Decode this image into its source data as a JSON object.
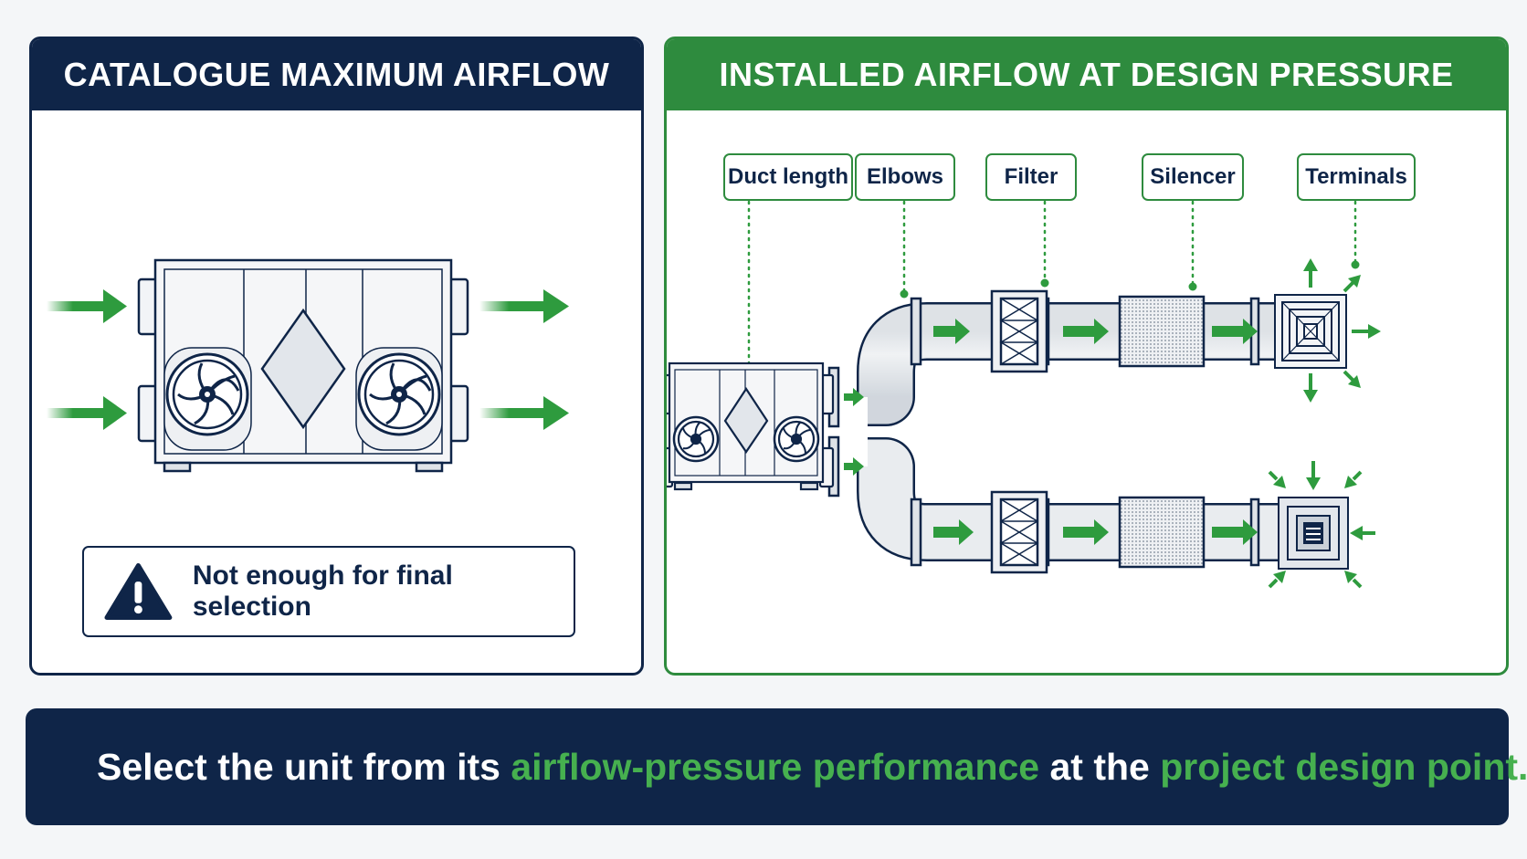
{
  "left_panel": {
    "title": "CATALOGUE MAXIMUM AIRFLOW",
    "warning": {
      "icon": "warning-icon",
      "text": "Not enough for final selection"
    }
  },
  "right_panel": {
    "title": "INSTALLED AIRFLOW AT DESIGN PRESSURE",
    "components": [
      "Duct length",
      "Elbows",
      "Filter",
      "Silencer",
      "Terminals"
    ]
  },
  "conclusion": {
    "icon": "checkmark-icon",
    "part1": "Select the unit from its ",
    "highlight1": "airflow-pressure performance",
    "part2": " at the ",
    "highlight2": "project design point."
  },
  "colors": {
    "navy": "#0f2548",
    "green": "#2e8b3e",
    "arrow_green": "#2e9b3e",
    "highlight_green": "#46b04f"
  }
}
